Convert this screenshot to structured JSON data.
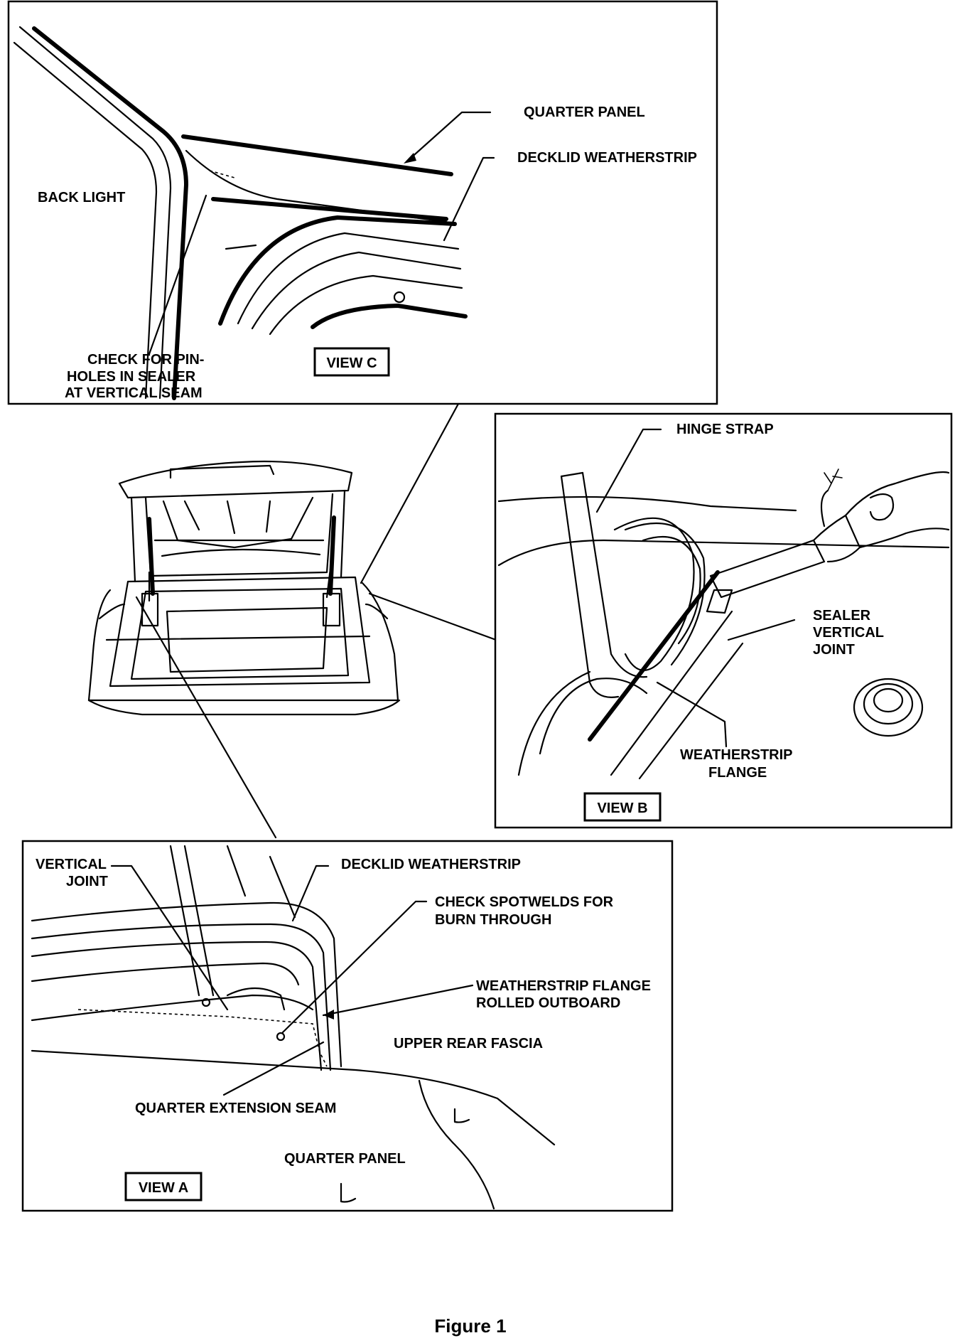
{
  "figure": {
    "caption": "Figure 1"
  },
  "view_c": {
    "tag": "VIEW  C",
    "labels": {
      "quarter_panel": "QUARTER PANEL",
      "decklid_weatherstrip": "DECKLID WEATHERSTRIP",
      "back_light": "BACK LIGHT",
      "check_pinholes_1": "CHECK FOR PIN-",
      "check_pinholes_2": "HOLES IN SEALER",
      "check_pinholes_3": "AT VERTICAL SEAM"
    }
  },
  "view_b": {
    "tag": "VIEW  B",
    "labels": {
      "hinge_strap": "HINGE STRAP",
      "sealer_1": "SEALER",
      "sealer_2": "VERTICAL",
      "sealer_3": "JOINT",
      "weatherstrip_flange_1": "WEATHERSTRIP",
      "weatherstrip_flange_2": "FLANGE"
    }
  },
  "view_a": {
    "tag": "VIEW  A",
    "labels": {
      "vertical_joint_1": "VERTICAL",
      "vertical_joint_2": "JOINT",
      "decklid_weatherstrip": "DECKLID WEATHERSTRIP",
      "check_spotwelds_1": "CHECK SPOTWELDS FOR",
      "check_spotwelds_2": "BURN THROUGH",
      "flange_rolled_1": "WEATHERSTRIP FLANGE",
      "flange_rolled_2": "ROLLED OUTBOARD",
      "upper_rear_fascia": "UPPER REAR FASCIA",
      "quarter_extension_seam": "QUARTER EXTENSION SEAM",
      "quarter_panel": "QUARTER PANEL"
    }
  }
}
